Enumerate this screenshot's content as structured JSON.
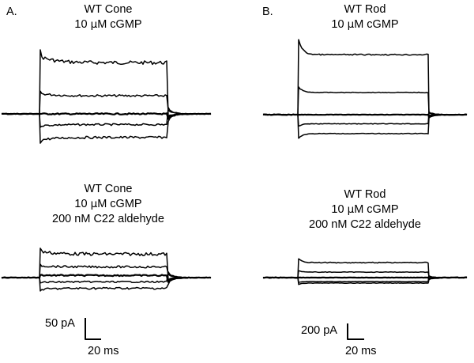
{
  "panels": [
    {
      "id": "A",
      "label": "A.",
      "traces": [
        {
          "title": [
            "WT Cone",
            "10 µM cGMP"
          ],
          "mu_line": 1,
          "condition": "control",
          "response_levels_pA": [
            48,
            17,
            0,
            -10,
            -22
          ]
        },
        {
          "title": [
            "WT Cone",
            "10 µM cGMP",
            "200 nM C22 aldehyde"
          ],
          "mu_line": 1,
          "condition": "C22 aldehyde",
          "response_levels_pA": [
            22,
            10,
            2,
            -4,
            -10
          ]
        }
      ],
      "scale_bar": {
        "current": "50 pA",
        "time": "20 ms"
      }
    },
    {
      "id": "B",
      "label": "B.",
      "traces": [
        {
          "title": [
            "WT Rod",
            "10 µM cGMP"
          ],
          "mu_line": 1,
          "condition": "control",
          "response_levels_pA": [
            460,
            170,
            0,
            -70,
            -145
          ]
        },
        {
          "title": [
            "WT Rod",
            "10 µM cGMP",
            "200 nM C22 aldehyde"
          ],
          "mu_line": 1,
          "condition": "C22 aldehyde",
          "response_levels_pA": [
            115,
            42,
            0,
            -30,
            -42
          ]
        }
      ],
      "scale_bar": {
        "current": "200 pA",
        "time": "20 ms"
      }
    }
  ],
  "colors": {
    "trace": "#000000",
    "background": "#ffffff"
  }
}
